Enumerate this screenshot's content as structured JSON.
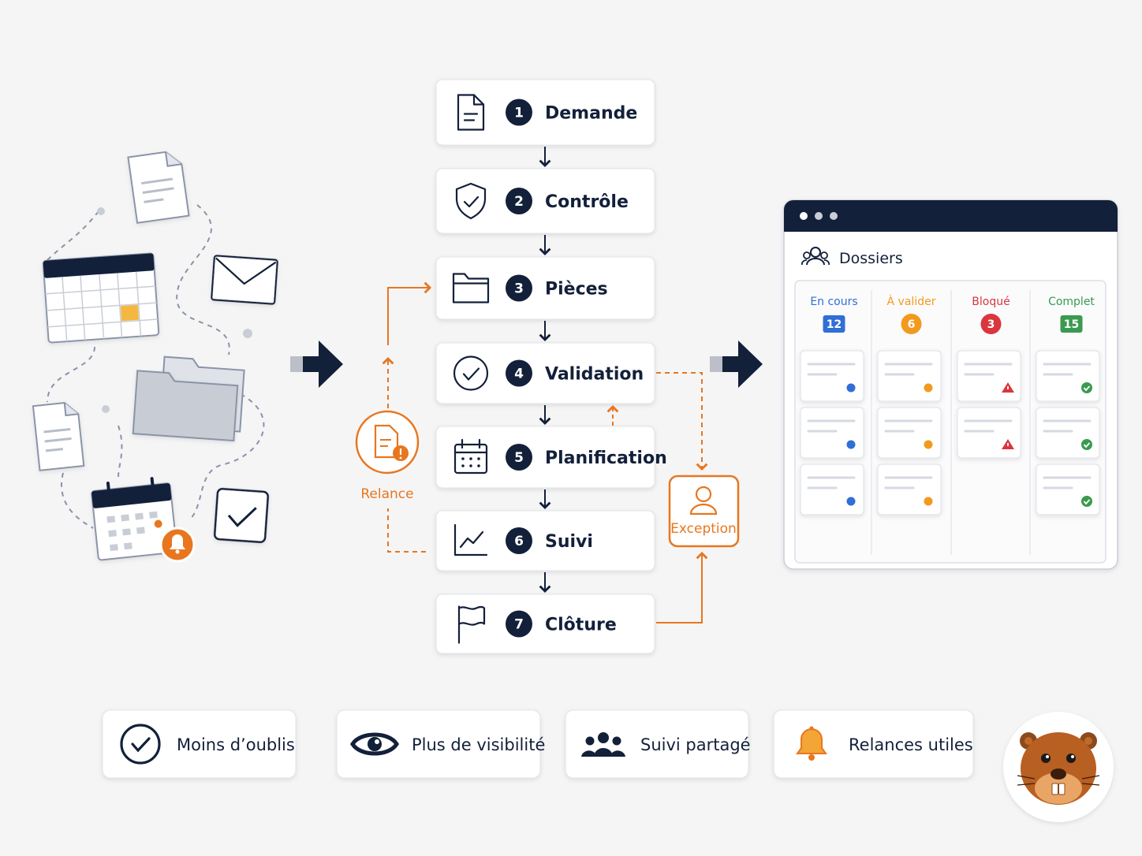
{
  "steps": [
    {
      "num": "1",
      "label": "Demande",
      "icon": "document-icon"
    },
    {
      "num": "2",
      "label": "Contrôle",
      "icon": "shield-check-icon"
    },
    {
      "num": "3",
      "label": "Pièces",
      "icon": "folder-icon"
    },
    {
      "num": "4",
      "label": "Validation",
      "icon": "check-circle-icon"
    },
    {
      "num": "5",
      "label": "Planification",
      "icon": "calendar-icon"
    },
    {
      "num": "6",
      "label": "Suivi",
      "icon": "chart-line-icon"
    },
    {
      "num": "7",
      "label": "Clôture",
      "icon": "flag-icon"
    }
  ],
  "relance": {
    "label": "Relance"
  },
  "exception": {
    "label": "Exception"
  },
  "dashboard": {
    "title": "Dossiers",
    "columns": [
      {
        "label": "En cours",
        "count": "12",
        "color": "#2f6fd6",
        "status": "dot",
        "cards": 3
      },
      {
        "label": "À valider",
        "count": "6",
        "color": "#f29a1f",
        "status": "dot",
        "cards": 3
      },
      {
        "label": "Bloqué",
        "count": "3",
        "color": "#d9363e",
        "status": "warning",
        "cards": 2
      },
      {
        "label": "Complet",
        "count": "15",
        "color": "#3a9a4f",
        "status": "check",
        "cards": 3
      }
    ]
  },
  "benefits": [
    {
      "label": "Moins d’oublis",
      "icon": "check-circle-icon"
    },
    {
      "label": "Plus de visibilité",
      "icon": "eye-icon"
    },
    {
      "label": "Suivi partagé",
      "icon": "users-icon"
    },
    {
      "label": "Relances utiles",
      "icon": "bell-icon"
    }
  ],
  "colors": {
    "navy": "#13203a",
    "orange": "#e8761f",
    "background": "#f5f5f6"
  }
}
